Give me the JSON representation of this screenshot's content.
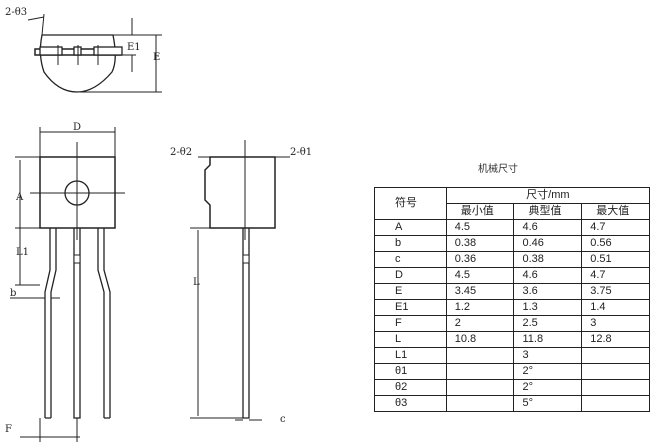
{
  "drawing": {
    "labels": {
      "theta3": "2-θ3",
      "E1": "E1",
      "E": "E",
      "D": "D",
      "A": "A",
      "L1": "L1",
      "b": "b",
      "F": "F",
      "theta2": "2-θ2",
      "theta1": "2-θ1",
      "L": "L",
      "c": "c"
    }
  },
  "table": {
    "title": "机械尺寸",
    "symbol_header": "符号",
    "unit_header": "尺寸/mm",
    "columns": [
      "最小值",
      "典型值",
      "最大值"
    ],
    "rows": [
      {
        "sym": "A",
        "min": "4.5",
        "typ": "4.6",
        "max": "4.7"
      },
      {
        "sym": "b",
        "min": "0.38",
        "typ": "0.46",
        "max": "0.56"
      },
      {
        "sym": "c",
        "min": "0.36",
        "typ": "0.38",
        "max": "0.51"
      },
      {
        "sym": "D",
        "min": "4.5",
        "typ": "4.6",
        "max": "4.7"
      },
      {
        "sym": "E",
        "min": "3.45",
        "typ": "3.6",
        "max": "3.75"
      },
      {
        "sym": "E1",
        "min": "1.2",
        "typ": "1.3",
        "max": "1.4"
      },
      {
        "sym": "F",
        "min": "2",
        "typ": "2.5",
        "max": "3"
      },
      {
        "sym": "L",
        "min": "10.8",
        "typ": "11.8",
        "max": "12.8"
      },
      {
        "sym": "L1",
        "min": "",
        "typ": "3",
        "max": ""
      },
      {
        "sym": "θ1",
        "min": "",
        "typ": "2°",
        "max": ""
      },
      {
        "sym": "θ2",
        "min": "",
        "typ": "2°",
        "max": ""
      },
      {
        "sym": "θ3",
        "min": "",
        "typ": "5°",
        "max": ""
      }
    ]
  }
}
